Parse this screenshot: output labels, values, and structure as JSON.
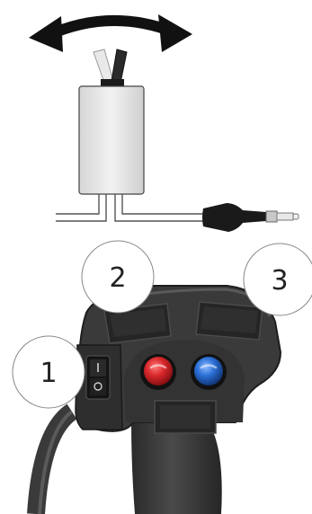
{
  "callouts": [
    {
      "label": "1",
      "icon": "rocker-switch"
    },
    {
      "label": "2",
      "icon": "left-push-button"
    },
    {
      "label": "3",
      "icon": "right-push-button"
    }
  ],
  "colors": {
    "arrow": "#111111",
    "toggle_handle_up": "#e6e6e6",
    "toggle_handle_down": "#2a2a2a",
    "switch_body": "#e0e0e0",
    "switch_outline": "#444444",
    "cable_jack": "#1a1a1a",
    "joystick_body": "#3a3a3a",
    "joystick_dark": "#1e1e1e",
    "button_red": "#d8282c",
    "button_blue": "#2b6fd6"
  }
}
